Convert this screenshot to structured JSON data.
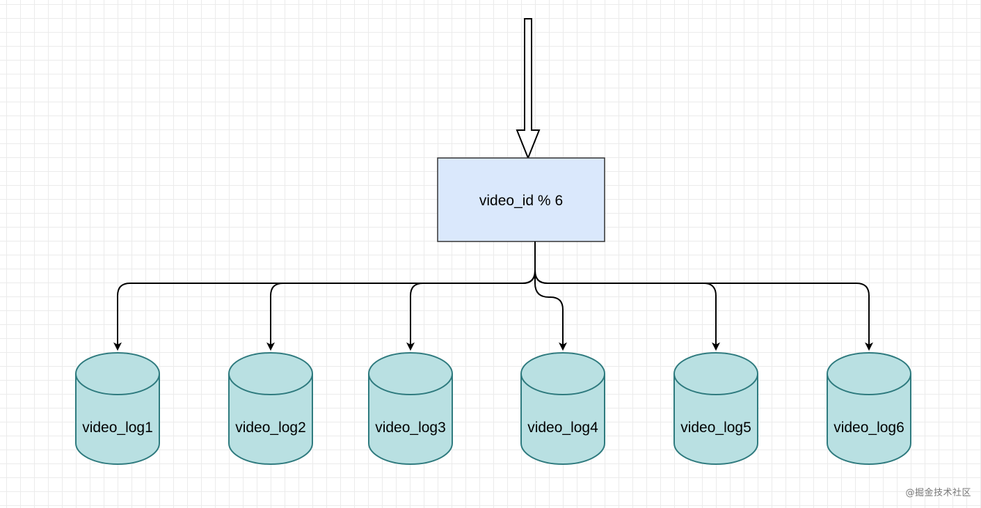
{
  "diagram": {
    "router": {
      "label": "video_id % 6",
      "fill": "#dae8fc",
      "stroke": "#333333"
    },
    "databases": [
      {
        "label": "video_log1"
      },
      {
        "label": "video_log2"
      },
      {
        "label": "video_log3"
      },
      {
        "label": "video_log4"
      },
      {
        "label": "video_log5"
      },
      {
        "label": "video_log6"
      }
    ],
    "database_style": {
      "fill": "#b9e0e2",
      "stroke": "#2e7a7e",
      "shape": "cylinder"
    },
    "input_arrow": {
      "style": "hollow-block-arrow",
      "direction": "down"
    },
    "edge_color": "#000000"
  },
  "watermark": {
    "text": "@掘金技术社区"
  }
}
